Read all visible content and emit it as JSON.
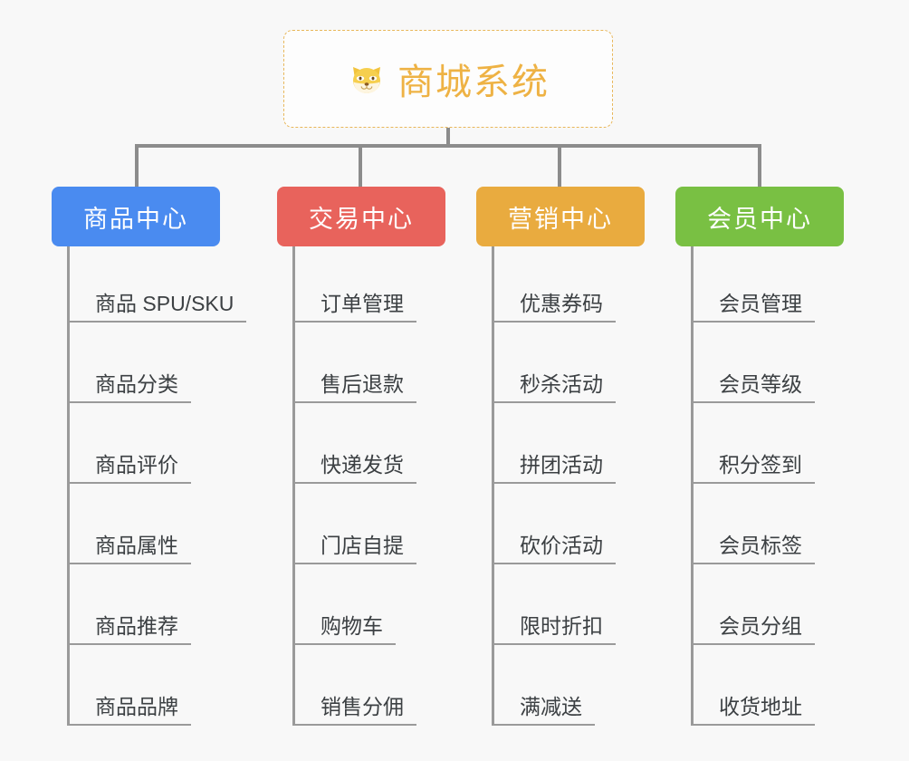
{
  "background_color": "#f8f8f8",
  "root": {
    "title": "商城系统",
    "icon": "shiba-dog-face-icon",
    "text_color": "#eeb244",
    "border_color": "#e8b75a",
    "background_color": "#fdfdfd"
  },
  "connector_color": "#8c8c8c",
  "branch_line_color": "#9a9a9a",
  "leaf_text_color": "#3c4043",
  "categories": [
    {
      "label": "商品中心",
      "color": "#4a8bf0",
      "items": [
        "商品 SPU/SKU",
        "商品分类",
        "商品评价",
        "商品属性",
        "商品推荐",
        "商品品牌"
      ]
    },
    {
      "label": "交易中心",
      "color": "#e8635c",
      "items": [
        "订单管理",
        "售后退款",
        "快递发货",
        "门店自提",
        "购物车",
        "销售分佣"
      ]
    },
    {
      "label": "营销中心",
      "color": "#e9ab3f",
      "items": [
        "优惠券码",
        "秒杀活动",
        "拼团活动",
        "砍价活动",
        "限时折扣",
        "满减送"
      ]
    },
    {
      "label": "会员中心",
      "color": "#79c043",
      "items": [
        "会员管理",
        "会员等级",
        "积分签到",
        "会员标签",
        "会员分组",
        "收货地址"
      ]
    }
  ]
}
